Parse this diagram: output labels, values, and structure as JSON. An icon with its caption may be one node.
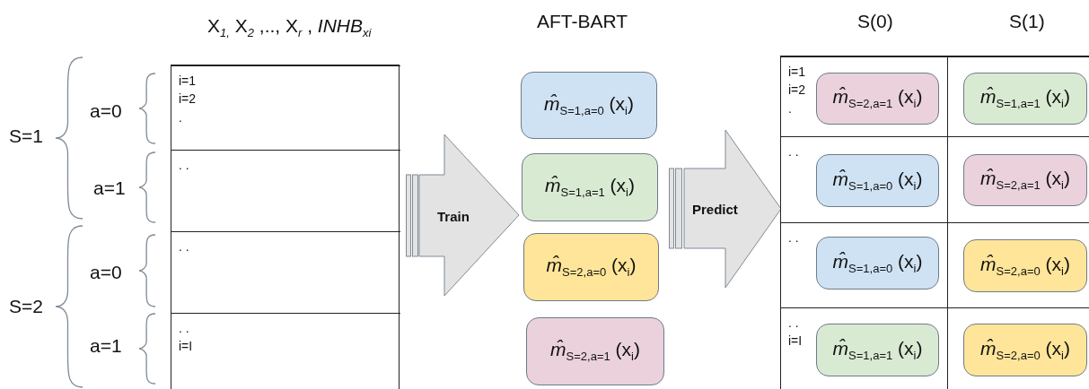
{
  "diagram": {
    "nodes": [
      {
        "text": [
          "X$_{1,}$ X$_{2}$ ,.., X$_{r}$ , *INHB*$_{xi}$"
        ]
      },
      {
        "text": [
          "i=1 i=2 ."
        ],
        "in": 0
      },
      {
        "text": [
          ". ."
        ],
        "in": 0
      },
      {
        "text": [
          ". ."
        ],
        "in": 0
      },
      {
        "text": [
          ". . i=I"
        ],
        "in": 0
      },
      {
        "text": [
          "Train"
        ]
      },
      {
        "text": [
          "*m̂*$_{S=1,a=0}$ (x$_{i}$)"
        ]
      },
      {
        "text": [
          "*m̂*$_{S=1,a=1}$ (x$_{i}$)"
        ]
      },
      {
        "text": [
          "*m̂*$_{S=2,a=0}$ (x$_{i}$)"
        ]
      },
      {
        "text": [
          "*m̂*$_{S=2,a=1}$ (x$_{i}$)"
        ]
      },
      {
        "text": [
          "Predict"
        ]
      },
      {
        "text": [],
        "shape": "box"
      },
      {
        "text": [
          "i=1 i=2 ."
        ],
        "in": 11
      },
      {
        "text": [
          "*m̂*$_{S=2,a=1}$ (x$_{i}$)"
        ],
        "in": 12
      },
      {
        "text": [
          "*m̂*$_{S=1,a=1}$ (x$_{i}$)"
        ],
        "in": 12
      },
      {
        "text": [
          ". ."
        ],
        "in": 11
      },
      {
        "text": [
          "*m̂*$_{S=1,a=0}$ (x$_{i}$)"
        ],
        "in": 15
      },
      {
        "text": [
          "*m̂*$_{S=2,a=1}$ (x$_{i}$)"
        ],
        "in": 15
      },
      {
        "text": [
          ". ."
        ],
        "in": 11
      },
      {
        "text": [
          "*m̂*$_{S=1,a=0}$ (x$_{i}$)"
        ],
        "in": 18
      },
      {
        "text": [
          "*m̂*$_{S=2,a=0}$ (x$_{i}$)"
        ],
        "in": 18
      },
      {
        "text": [
          ". . i=I"
        ],
        "in": 11
      },
      {
        "text": [
          "*m̂*$_{S=1,a=1}$ (x$_{i}$)"
        ],
        "in": 21
      },
      {
        "text": [
          "*m̂*$_{S=2,a=0}$ (x$_{i}$)"
        ],
        "in": 21
      }
    ],
    "labels": [
      "AFT-BART",
      "S(0)",
      "S(1)",
      "S=1",
      "a=0",
      "a=1",
      "S=2",
      "a=0",
      "a=1"
    ]
  }
}
